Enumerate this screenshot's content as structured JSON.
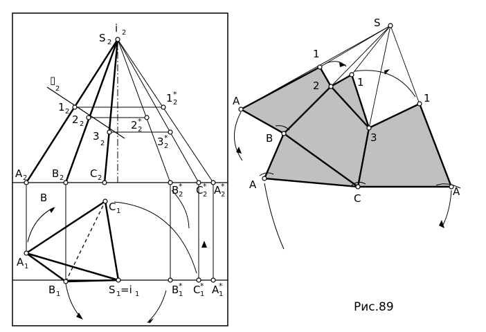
{
  "caption": "Рис.89",
  "left_view": {
    "frame_labels": [
      "i",
      "S",
      "1",
      "2",
      "3",
      "1",
      "2",
      "3",
      "A",
      "B",
      "C",
      "B",
      "C",
      "A",
      "B",
      "C",
      "A",
      "B",
      "S",
      "=i",
      "B",
      "C",
      "A"
    ],
    "labels": {
      "i_top": "i",
      "S2": "S",
      "one2": "1",
      "two2": "2",
      "three2": "3",
      "one2s": "1",
      "two2s": "2",
      "three2s": "3",
      "A2": "A",
      "B2": "B",
      "C2": "C",
      "B2s": "B",
      "C2s": "C",
      "A2s": "A",
      "B_mid": "B",
      "C1": "C",
      "A1": "A",
      "B1": "B",
      "S1": "S",
      "i1": "=i",
      "B1s": "B",
      "C1s": "C",
      "A1s": "A"
    },
    "sub": {
      "one": "1",
      "two": "2",
      "star": "*"
    }
  },
  "right_view": {
    "labels": {
      "S": "S",
      "one_a": "1",
      "one_b": "1",
      "one_c": "1",
      "two": "2",
      "three": "3",
      "A_left_top": "A",
      "B": "B",
      "A_left_bot": "A",
      "C": "C",
      "A_right": "A"
    },
    "fill_color": "#c0c0c0"
  }
}
